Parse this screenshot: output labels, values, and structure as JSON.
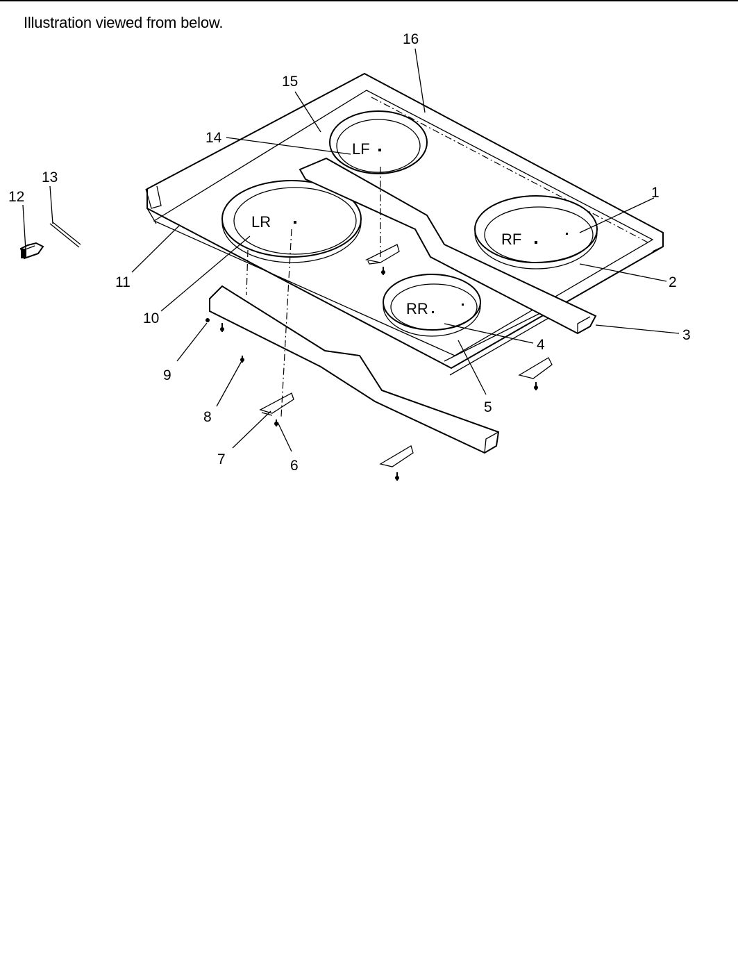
{
  "caption": "Illustration viewed from below.",
  "burner_labels": {
    "lf": "LF",
    "lr": "LR",
    "rf": "RF",
    "rr": "RR"
  },
  "callouts": {
    "c1": "1",
    "c2": "2",
    "c3": "3",
    "c4": "4",
    "c5": "5",
    "c6": "6",
    "c7": "7",
    "c8": "8",
    "c9": "9",
    "c10": "10",
    "c11": "11",
    "c12": "12",
    "c13": "13",
    "c14": "14",
    "c15": "15",
    "c16": "16"
  }
}
